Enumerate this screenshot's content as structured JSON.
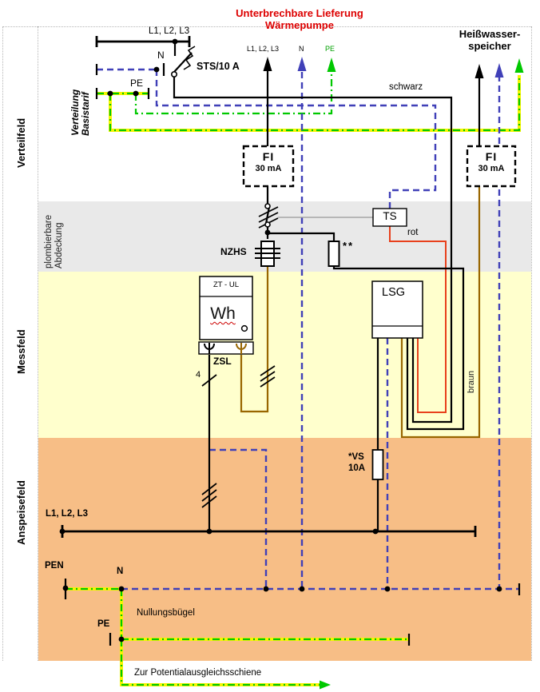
{
  "side": {
    "verteilfeld": "Verteilfeld",
    "plomb1": "plombierbare",
    "plomb2": "Abdeckung",
    "messfeld": "Messfeld",
    "anspeisefeld": "Anspeisefeld"
  },
  "top": {
    "verteilung1": "Verteilung",
    "verteilung2": "Basistarif",
    "bus_label": "L1, L2, L3",
    "n": "N",
    "pe": "PE",
    "sts": "STS/10 A",
    "wp_title1": "Unterbrechbare Lieferung",
    "wp_title2": "Wärmepumpe",
    "wp_phases": "L1, L2, L3",
    "wp_n": "N",
    "wp_pe": "PE",
    "hw1": "Heißwasser-",
    "hw2": "speicher",
    "schwarz": "schwarz"
  },
  "comp": {
    "fi": "FI",
    "fi_rating": "30 mA",
    "ts": "TS",
    "nzhs": "NZHS",
    "stars": "**",
    "rot": "rot",
    "meter_header": "ZT - UL",
    "meter": "Wh",
    "zsl": "ZSL",
    "four": "4",
    "lsg": "LSG",
    "braun": "braun",
    "vs1": "*VS",
    "vs2": "10A"
  },
  "bottom": {
    "bus_label": "L1, L2, L3",
    "pen": "PEN",
    "n": "N",
    "nullungsbuegel": "Nullungsbügel",
    "pe": "PE",
    "potential": "Zur Potentialausgleichsschiene"
  },
  "colors": {
    "neutral_blue": "#4040b8",
    "pe_green": "#00c800",
    "pe_yellow": "#f5f500",
    "brown": "#996600",
    "signal_red": "#e8401c",
    "title_red": "#dd0000",
    "band_gray": "#e9e9e9",
    "band_yellow": "#ffffcd",
    "band_orange": "#f7be86"
  }
}
